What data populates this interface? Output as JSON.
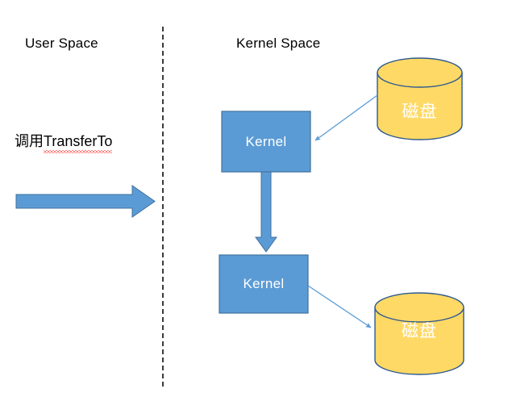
{
  "diagram": {
    "title_user_space": "User Space",
    "title_kernel_space": "Kernel Space",
    "syscall_prefix": "调用",
    "syscall_api": "TransferTo",
    "kernel_box_top_label": "Kernel",
    "kernel_box_bottom_label": "Kernel",
    "disk_top_label": "磁盘",
    "disk_bottom_label": "磁盘"
  },
  "colors": {
    "accent_blue": "#5B9BD5",
    "accent_blue_stroke": "#41719C",
    "disk_yellow": "#FFD966",
    "disk_stroke": "#2E5A8E",
    "divider": "#3B3B3B",
    "spellcheck_red": "#FF0000",
    "text_black": "#000000",
    "text_white": "#FFFFFF",
    "background": "#FFFFFF"
  }
}
